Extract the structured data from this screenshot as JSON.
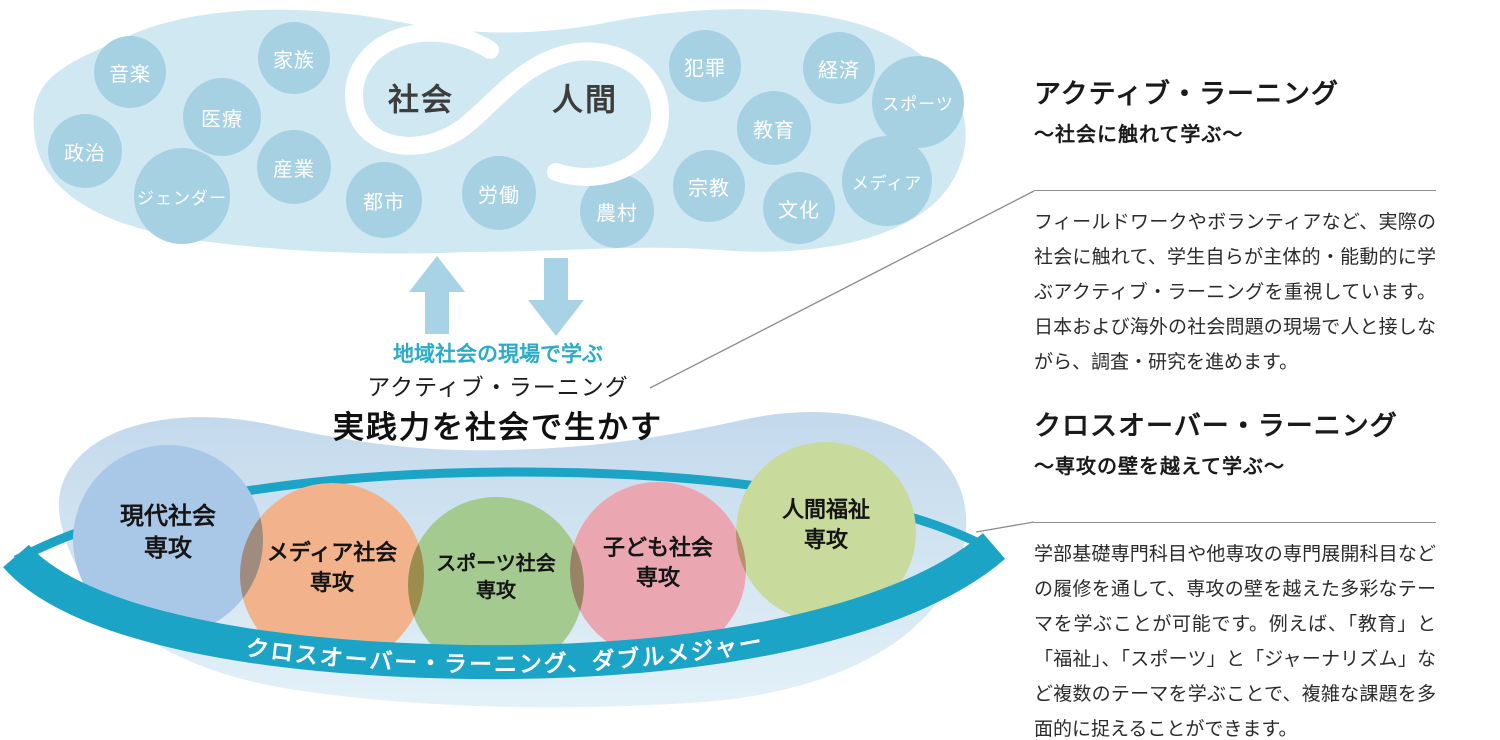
{
  "top_map": {
    "topics": [
      {
        "label": "音楽"
      },
      {
        "label": "家族"
      },
      {
        "label": "医療"
      },
      {
        "label": "政治"
      },
      {
        "label": "ジェンダー"
      },
      {
        "label": "産業"
      },
      {
        "label": "都市"
      },
      {
        "label": "労働"
      },
      {
        "label": "農村"
      },
      {
        "label": "犯罪"
      },
      {
        "label": "教育"
      },
      {
        "label": "宗教"
      },
      {
        "label": "経済"
      },
      {
        "label": "スポーツ"
      },
      {
        "label": "メディア"
      },
      {
        "label": "文化"
      }
    ],
    "center": {
      "left": "社会",
      "right": "人間"
    }
  },
  "flow": {
    "caption_teal": "地域社会の現場で学ぶ",
    "caption_black": "アクティブ・ラーニング",
    "caption_strong": "実践力を社会で生かす"
  },
  "majors": {
    "items": [
      {
        "line1": "現代社会",
        "line2": "専攻",
        "color": "#a9c8e8"
      },
      {
        "line1": "メディア社会",
        "line2": "専攻",
        "color": "#f2b28c"
      },
      {
        "line1": "スポーツ社会",
        "line2": "専攻",
        "color": "#a5ca90"
      },
      {
        "line1": "子ども社会",
        "line2": "専攻",
        "color": "#eba7b1"
      },
      {
        "line1": "人間福祉",
        "line2": "専攻",
        "color": "#c8da9c"
      }
    ],
    "band_text": "クロスオーバー・ラーニング、ダブルメジャー"
  },
  "panels": [
    {
      "title": "アクティブ・ラーニング",
      "subtitle": "〜社会に触れて学ぶ〜",
      "body": "フィールドワークやボランティアなど、実際の社会に触れて、学生自らが主体的・能動的に学ぶアクティブ・ラーニングを重視しています。日本および海外の社会問題の現場で人と接しながら、調査・研究を進めます。"
    },
    {
      "title": "クロスオーバー・ラーニング",
      "subtitle": "〜専攻の壁を越えて学ぶ〜",
      "body": "学部基礎専門科目や他専攻の専門展開科目などの履修を通して、専攻の壁を越えた多彩なテーマを学ぶことが可能です。例えば、「教育」と「福祉」、「スポーツ」と「ジャーナリズム」など複数のテーマを学ぶことで、複雑な課題を多面的に捉えることができます。"
    }
  ],
  "colors": {
    "cloud_fill": "#cfe8f2",
    "topic_circle": "#a6d1e3",
    "arrow": "#a8d3e6",
    "teal_accent": "#2aabc8",
    "ring": "#1ba4c6",
    "band_text": "#ffffff",
    "loop": "#ffffff"
  }
}
